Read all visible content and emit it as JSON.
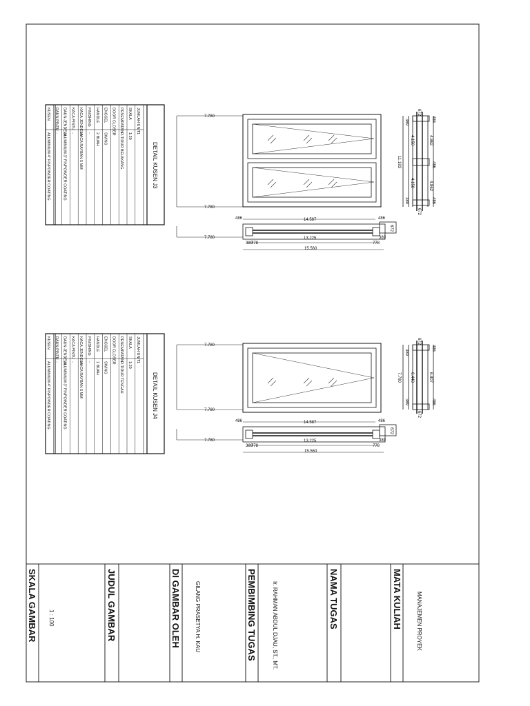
{
  "title_block": {
    "mata_kuliah_label": "MATA KULIAH",
    "mata_kuliah_value": "MANAJEMEN PROYEK",
    "nama_tugas_label": "NAMA TUGAS",
    "nama_tugas_value": "",
    "pembimbing_label": "PEMBIMBING TUGAS",
    "pembimbing_value": "Ir. RAHMAN ABDUL DJAU, ST., MT.",
    "digambar_label": "DI GAMBAR OLEH",
    "digambar_value": "GILANG PRASETYA H. KAU",
    "judul_label": "JUDUL GAMBAR",
    "judul_value": "",
    "skala_label": "SKALA GAMBAR",
    "skala_value": "1 : 100"
  },
  "details": [
    {
      "title": "DETAIL KUSEN J3",
      "rows": [
        [
          "KUSEN",
          "ALUMINIUM 4\" FINPOWDER COATING"
        ],
        [
          "DAUN PINTU",
          "-"
        ],
        [
          "DAUN JENDELA",
          "ALUMINIUM 3\" FINPOWDER COATING"
        ],
        [
          "KACA PINTU",
          "-"
        ],
        [
          "KACA JENDELA",
          "KACA RAYBAN 5 MM"
        ],
        [
          "FINISHING",
          "-"
        ],
        [
          "HANDLE",
          "2 BUAH"
        ],
        [
          "ENGSEL",
          "SWING"
        ],
        [
          "DOOR CLOSER",
          "-"
        ],
        [
          "PENEMPATAN",
          "R.TIDUR BELAKANG"
        ],
        [
          "SKALA",
          "1:20"
        ],
        [
          "JUMLAH UNIT",
          "1"
        ]
      ],
      "dims": {
        "side_top": "7.780",
        "side_bottom": "7.780",
        "side_section": "7.780",
        "right_top_a": "672",
        "right_top_b": "486",
        "right_mid_a": "389",
        "right_mid_b": "4.862",
        "right_mid_c": "4.150",
        "right_mid_d": "486",
        "right_overall": "11.183",
        "right_low_a": "4.150",
        "right_low_b": "4.862",
        "right_bottom_a": "389",
        "right_bottom_b": "486",
        "right_bottom_c": "672",
        "sec_left_top": "486",
        "sec_top": "14.587",
        "sec_right_top": "486",
        "sec_right_side": "672",
        "sec_left_bot_a": "389",
        "sec_left_bot_b": "778",
        "sec_mid": "13.225",
        "sec_right_bot_a": "389",
        "sec_right_bot_b": "778",
        "sec_overall": "15.560"
      }
    },
    {
      "title": "DETAIL KUSEN J4",
      "rows": [
        [
          "KUSEN",
          "ALUMINIUM 4\" FINPOWDER COATING"
        ],
        [
          "DAUN PINTU",
          "-"
        ],
        [
          "DAUN JENDELA",
          "ALUMINIUM 3\" FINPOWDER COATING"
        ],
        [
          "KACA PINTU",
          "-"
        ],
        [
          "KACA JENDELA",
          "KACA RAYBAN 5 MM"
        ],
        [
          "FINISHING",
          "-"
        ],
        [
          "HANDLE",
          "1 BUAH"
        ],
        [
          "ENGSEL",
          "SWING"
        ],
        [
          "DOOR CLOSER",
          "-"
        ],
        [
          "PENEMPATAN",
          "R.TIDUR TENGAH"
        ],
        [
          "SKALA",
          "1:20"
        ],
        [
          "JUMLAH UNIT",
          "1"
        ]
      ],
      "dims": {
        "side_top": "7.780",
        "side_bottom": "7.780",
        "side_section": "7.780",
        "right_top_a": "672",
        "right_top_b": "486",
        "right_mid_a": "389",
        "right_mid_b": "6.807",
        "right_mid_c": "6.440",
        "right_mid_d": "486",
        "right_overall": "7.780",
        "right_low_a": "",
        "right_low_b": "",
        "right_bottom_a": "389",
        "right_bottom_b": "486",
        "right_bottom_c": "672",
        "sec_left_top": "486",
        "sec_top": "14.587",
        "sec_right_top": "486",
        "sec_right_side": "672",
        "sec_left_bot_a": "389",
        "sec_left_bot_b": "778",
        "sec_mid": "13.225",
        "sec_right_bot_a": "389",
        "sec_right_bot_b": "778",
        "sec_overall": "15.560"
      }
    }
  ]
}
